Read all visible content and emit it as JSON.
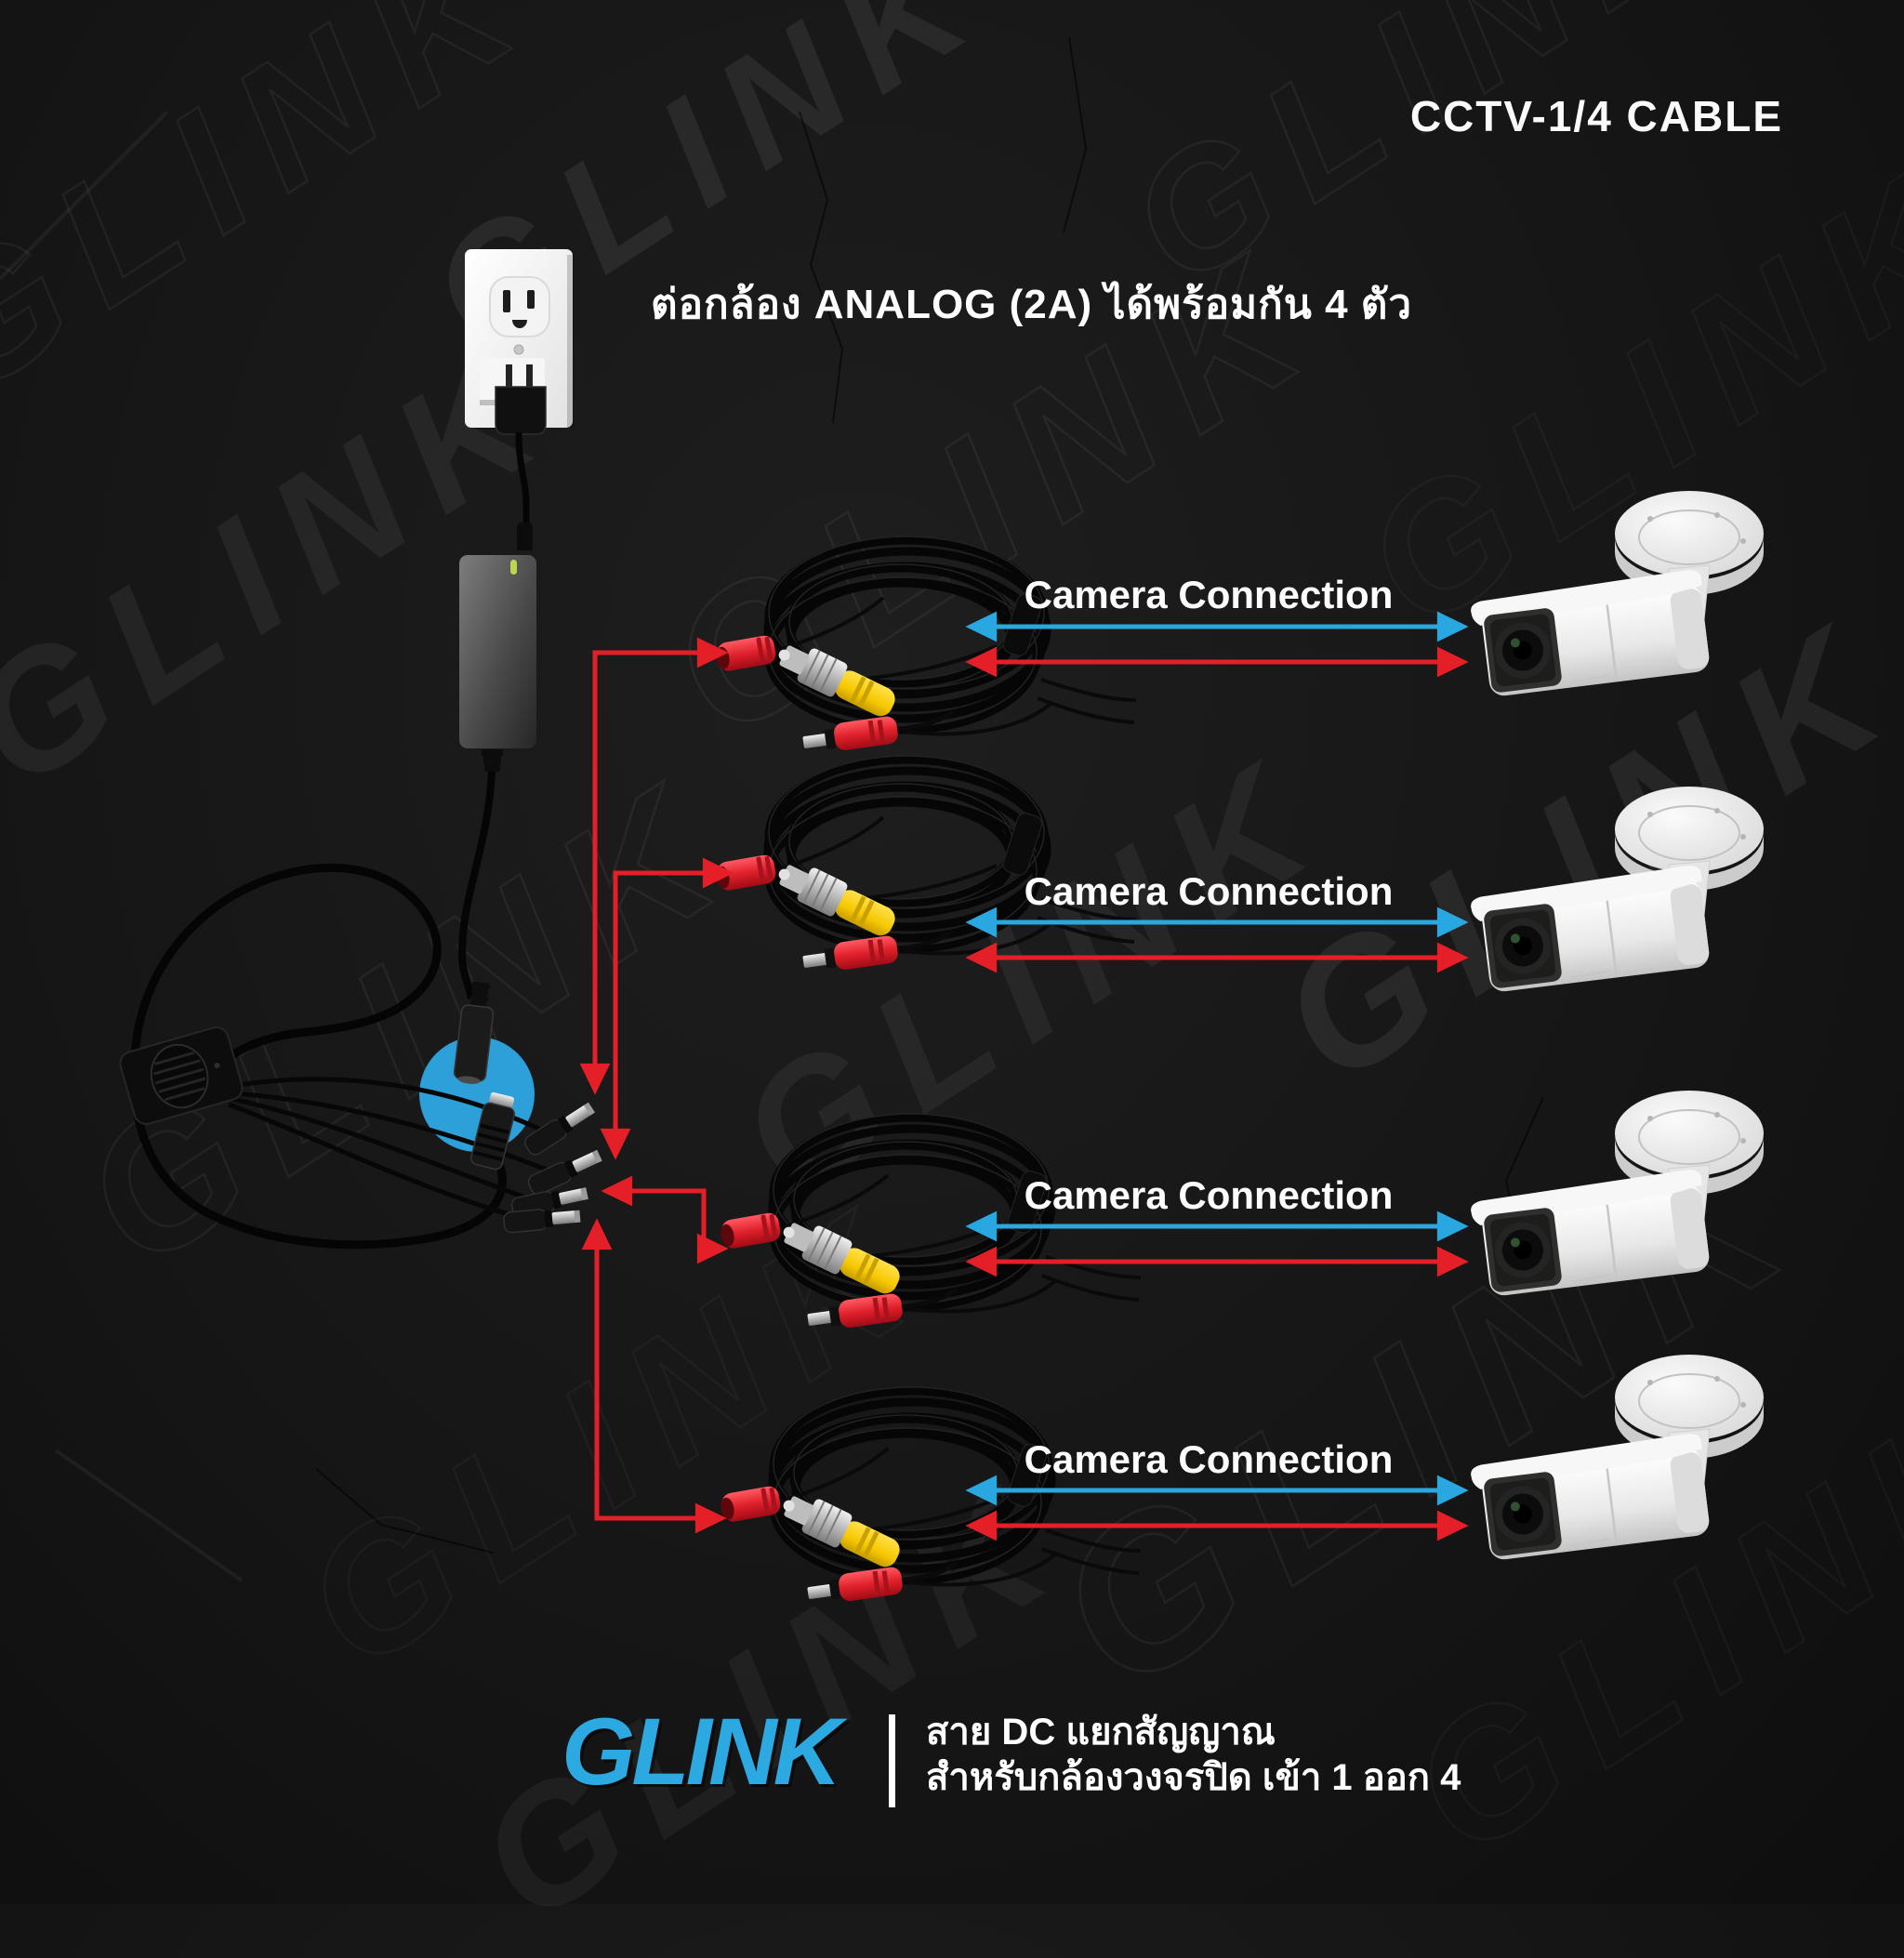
{
  "title": "CCTV-1/4 CABLE",
  "subtitle": "ต่อกล้อง ANALOG (2A) ได้พร้อมกัน 4 ตัว",
  "connections": {
    "rows": [
      {
        "label": "Camera Connection"
      },
      {
        "label": "Camera Connection"
      },
      {
        "label": "Camera Connection"
      },
      {
        "label": "Camera Connection"
      }
    ]
  },
  "footer": {
    "brand": "GLINK",
    "tagline_line1": "สาย DC แยกสัญญาณ",
    "tagline_line2": "สำหรับกล้องวงจรปิด เข้า 1 ออก 4"
  },
  "watermark": {
    "text": "GLINK"
  },
  "colors": {
    "connection_blue": "#29a7e0",
    "connection_red": "#e51f28",
    "highlight_circle_blue": "#2d9fd9",
    "brand_blue": "#2BA9E0",
    "adapter_led_green": "#b8d94e"
  }
}
